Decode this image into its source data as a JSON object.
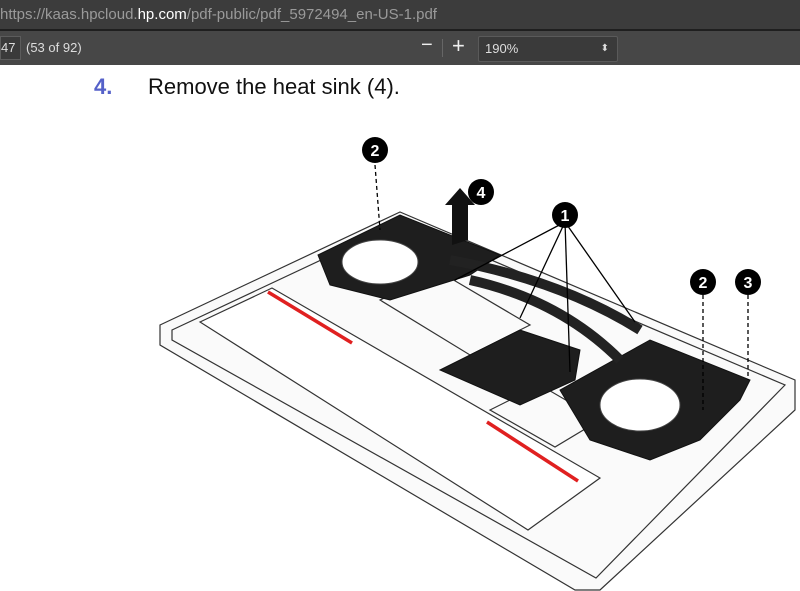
{
  "address_bar": {
    "prefix": "https://kaas.hpcloud.",
    "domain": "hp.com",
    "suffix": "/pdf-public/pdf_5972494_en-US-1.pdf"
  },
  "toolbar": {
    "page_input": "47",
    "page_count": "(53 of 92)",
    "zoom_out": "−",
    "zoom_in": "+",
    "zoom_value": "190%",
    "zoom_arrow": "⬍"
  },
  "document": {
    "step_number": "4.",
    "step_text": "Remove the heat sink (4).",
    "callouts": [
      "2",
      "4",
      "1",
      "2",
      "3"
    ]
  },
  "colors": {
    "accent": "#5561c9",
    "marker": "#e02020"
  }
}
